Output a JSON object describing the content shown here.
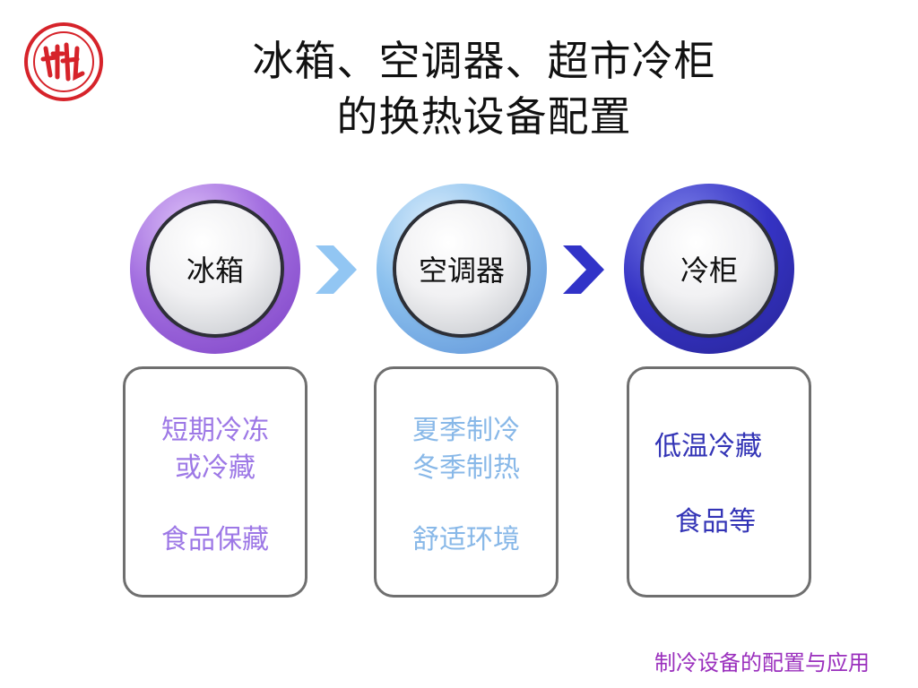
{
  "title": {
    "line1": "冰箱、空调器、超市冷柜",
    "line2": "的换热设备配置"
  },
  "colors": {
    "accent_purple": "#9d78e6",
    "accent_light_blue": "#88b8e8",
    "accent_dark_blue": "#3334b6",
    "logo_red": "#d6232a",
    "footer": "#9a2fbd"
  },
  "steps": [
    {
      "label": "冰箱",
      "desc": [
        "短期冷冻",
        "或冷藏",
        "食品保藏"
      ]
    },
    {
      "label": "空调器",
      "desc": [
        "夏季制冷",
        "冬季制热",
        "舒适环境"
      ]
    },
    {
      "label": "冷柜",
      "desc": [
        "低温冷藏",
        "食品等"
      ]
    }
  ],
  "arrows": [
    "chevron-right-icon",
    "chevron-right-icon"
  ],
  "footer": "制冷设备的配置与应用"
}
